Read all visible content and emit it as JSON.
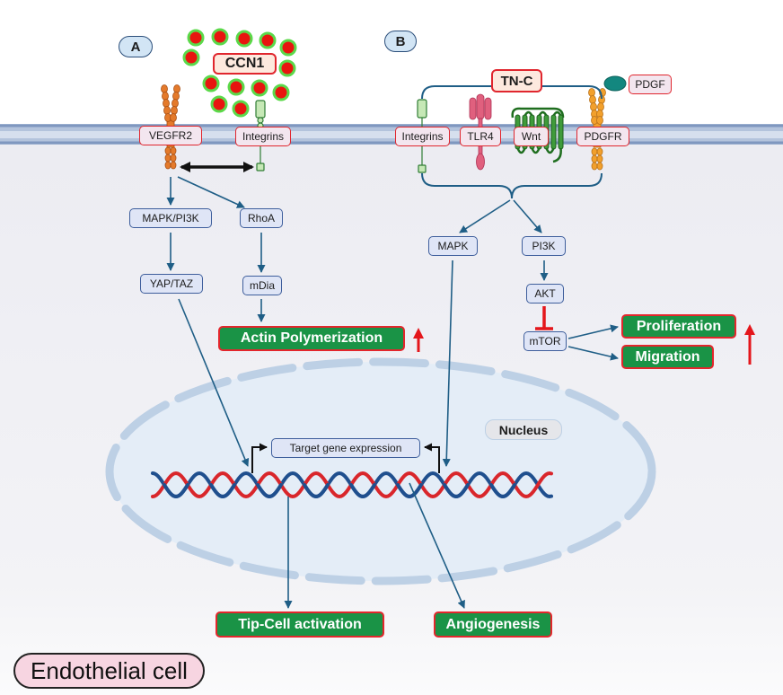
{
  "panels": {
    "a": "A",
    "b": "B"
  },
  "ligands": {
    "ccn1": "CCN1",
    "tnc": "TN-C",
    "pdgf": "PDGF"
  },
  "receptors": {
    "vegfr2": "VEGFR2",
    "integrins_a": "Integrins",
    "integrins_b": "Integrins",
    "tlr4": "TLR4",
    "wnt": "Wnt",
    "pdgfr": "PDGFR"
  },
  "pathway_a": {
    "mapk_pi3k": "MAPK/PI3K",
    "rhoa": "RhoA",
    "yap_taz": "YAP/TAZ",
    "mdia": "mDia",
    "actin_polymerization": "Actin Polymerization"
  },
  "pathway_b": {
    "mapk": "MAPK",
    "pi3k": "PI3K",
    "akt": "AKT",
    "mtor": "mTOR",
    "proliferation": "Proliferation",
    "migration": "Migration"
  },
  "nucleus": {
    "label": "Nucleus",
    "target_gene": "Target gene expression"
  },
  "outcomes": {
    "tip_cell": "Tip-Cell activation",
    "angiogenesis": "Angiogenesis"
  },
  "cell_label": "Endothelial cell",
  "icons": {
    "increase": "red-up-arrow-icon",
    "inhibition": "inhibition-bar-icon",
    "interaction": "double-headed-arrow-icon",
    "transcription_start": "transcription-start-arrow-icon"
  },
  "colors": {
    "outcome_fill": "#1a9346",
    "outcome_border": "#e3262c",
    "outcome_text": "#ffffff",
    "node_fill": "#dfe5f6",
    "node_border": "#3e5e9c",
    "signal_arrow": "#1f5e86",
    "increase_arrow": "#e4161b",
    "inhibition": "#e4161b",
    "receptor_label_fill": "#f3e6ef",
    "receptor_label_border": "#e0262e",
    "ligand_label_fill": "#fde9de",
    "panel_fill": "#d2e5f5",
    "panel_border": "#2b4e7a",
    "ccn1_particle": "#e8150f",
    "ccn1_particle_rim": "#5bd94a",
    "membrane": "#b3c3dc",
    "nucleus_fill": "#e4edf7",
    "nucleus_border": "#bdd0e5",
    "dna_strand_1": "#d9262b",
    "dna_strand_2": "#1f4f8e",
    "cell_label_fill": "#f7d5e1"
  }
}
